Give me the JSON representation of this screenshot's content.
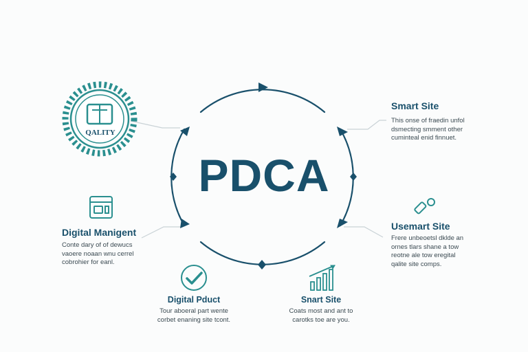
{
  "colors": {
    "primary": "#19506b",
    "accent": "#2a8f8f",
    "text": "#3b4a52",
    "line": "#c9d2d6"
  },
  "diagram": {
    "title": "PDCA",
    "badge": {
      "icon": "quality-gear-badge-icon",
      "text": "QALITY"
    },
    "nodes": {
      "top_right": {
        "icon": "",
        "label": "Smart Site",
        "desc": "This onse of fraedin unfol\ndsmecting smment other\ncuminteal enid finnuet."
      },
      "left": {
        "icon": "browser-window-icon",
        "label": "Digital Manigent",
        "desc": "Conte dary of of dewucs\nvaoere noaan wnu cerrel\ncobrohier for eanl."
      },
      "right": {
        "icon": "usb-key-icon",
        "label": "Usemart Site",
        "desc": "Frere unbeoetsl dklde an\nornes tlars shane a tow\nreotne ale tow eregital\nqalite site comps."
      },
      "bottom_left": {
        "icon": "checkmark-circle-icon",
        "label": "Digital Pduct",
        "desc": "Tour aboeral part wente\ncorbet enaning site tcont."
      },
      "bottom_right": {
        "icon": "bar-chart-icon",
        "label": "Snart Site",
        "desc": "Coats most and ant to\ncarotks toe are you."
      }
    }
  }
}
